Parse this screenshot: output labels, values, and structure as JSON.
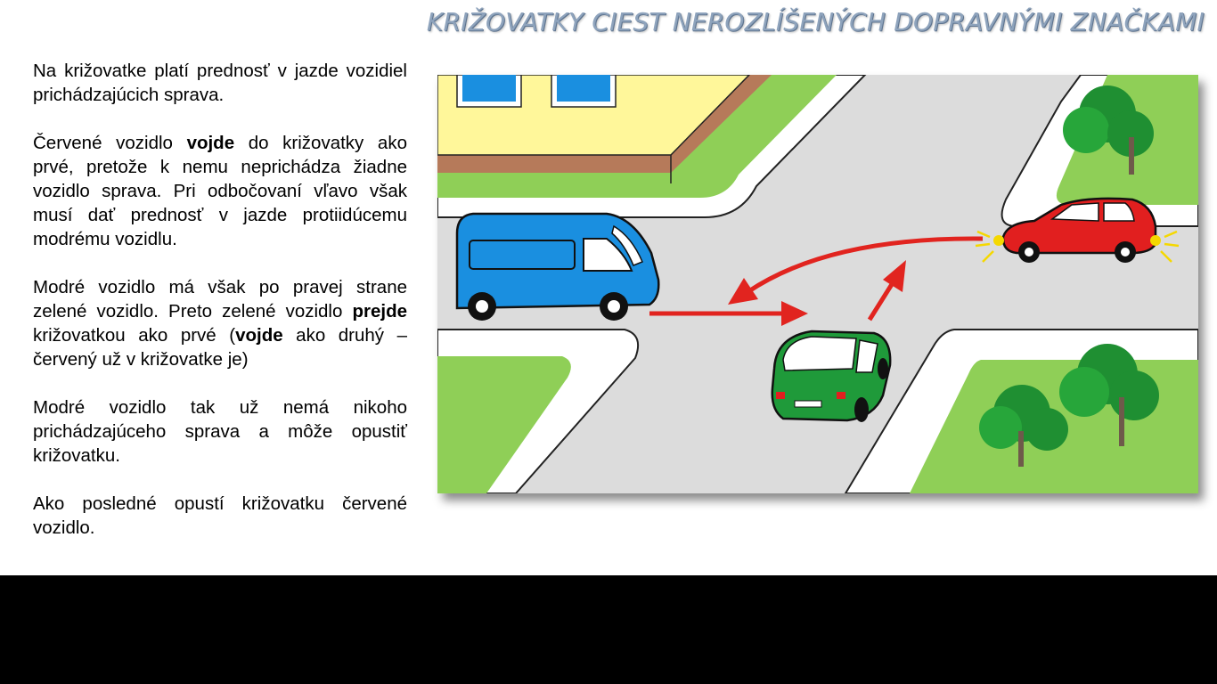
{
  "slide": {
    "title": "KRIŽOVATKY CIEST NEROZLÍŠENÝCH DOPRAVNÝMI ZNAČKAMI",
    "paragraphs": [
      {
        "runs": [
          {
            "text": "Na križovatke platí prednosť v jazde vozidiel prichádzajúcich sprava.",
            "bold": false
          }
        ]
      },
      {
        "runs": [
          {
            "text": "Červené vozidlo ",
            "bold": false
          },
          {
            "text": "vojde",
            "bold": true
          },
          {
            "text": " do križovatky ako prvé, pretože k nemu neprichádza žiadne vozidlo sprava. Pri odbočovaní vľavo však musí dať prednosť v jazde protiidúcemu modrému vozidlu.",
            "bold": false
          }
        ]
      },
      {
        "runs": [
          {
            "text": "Modré vozidlo má však po pravej strane zelené vozidlo. Preto zelené vozidlo ",
            "bold": false
          },
          {
            "text": "prejde",
            "bold": true
          },
          {
            "text": "  križovatkou ako prvé (",
            "bold": false
          },
          {
            "text": "vojde",
            "bold": true
          },
          {
            "text": " ako druhý – červený už v križovatke je)",
            "bold": false
          }
        ]
      },
      {
        "runs": [
          {
            "text": "Modré vozidlo tak už nemá nikoho prichádzajúceho sprava a môže opustiť križovatku.",
            "bold": false
          }
        ]
      },
      {
        "runs": [
          {
            "text": "Ako posledné opustí križovatku červené vozidlo.",
            "bold": false
          }
        ]
      }
    ]
  },
  "illustration": {
    "icon": "intersection-illustration",
    "vehicles": [
      "blue-van",
      "green-car",
      "red-car"
    ],
    "colors": {
      "road": "#dcdcdc",
      "grass": "#8fcf57",
      "arrow": "#e1241f",
      "blue_van": "#1a8fe0",
      "green_car": "#1f9a3a",
      "red_car": "#e11f1f",
      "building": "#fff79a",
      "title": "#8ea3bc"
    }
  }
}
